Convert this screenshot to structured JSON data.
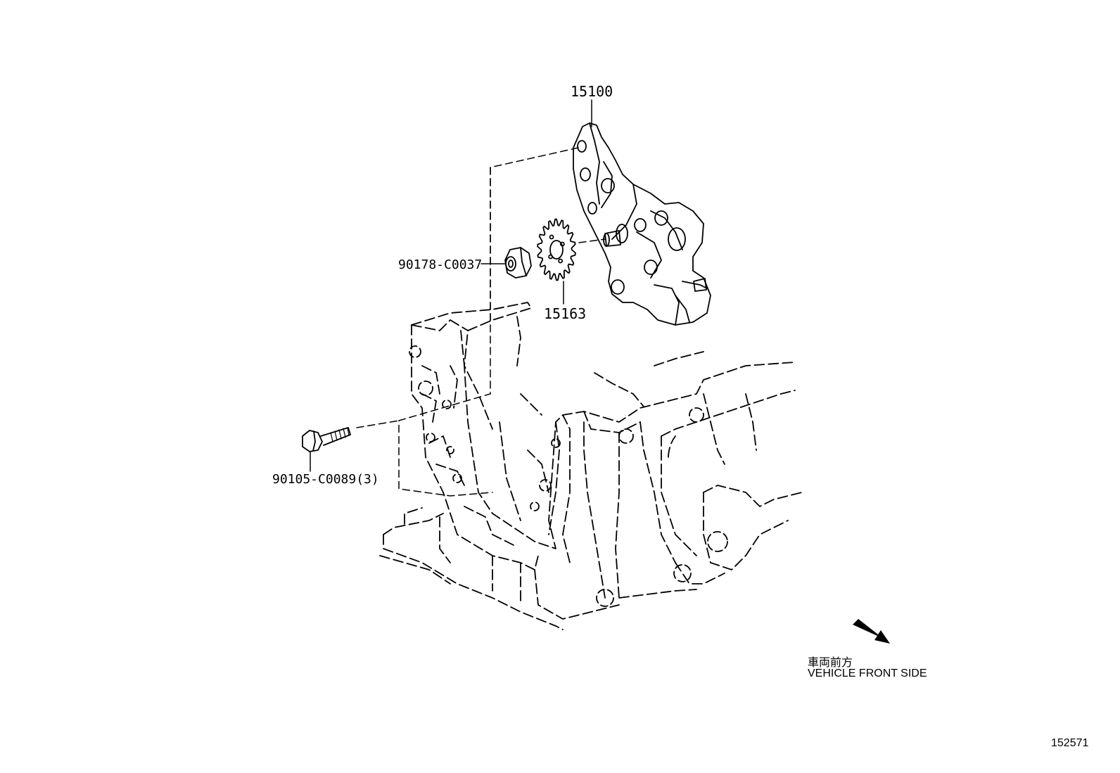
{
  "diagram": {
    "part_labels": {
      "oil_pump": "15100",
      "sprocket": "15163",
      "nut": "90178-C0037",
      "bolt": "90105-C0089(3)"
    },
    "direction_note": {
      "japanese": "車両前方",
      "english": "VEHICLE FRONT SIDE"
    },
    "illustration_number": "152571"
  }
}
